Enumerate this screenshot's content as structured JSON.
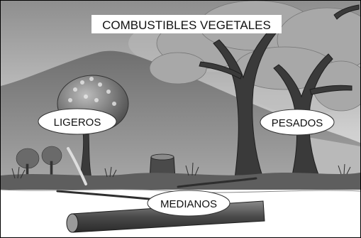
{
  "title": "COMBUSTIBLES VEGETALES",
  "labels": {
    "light": "LIGEROS",
    "heavy": "PESADOS",
    "medium": "MEDIANOS"
  },
  "colors": {
    "sky_top": "#9a9a9a",
    "sky_bottom": "#e6e6e6",
    "mountain": "#7d7d7d",
    "trunk": "#3a3a3a",
    "foliage_dark": "#5a5a5a",
    "ground": "#ffffff",
    "log": "#555555"
  }
}
